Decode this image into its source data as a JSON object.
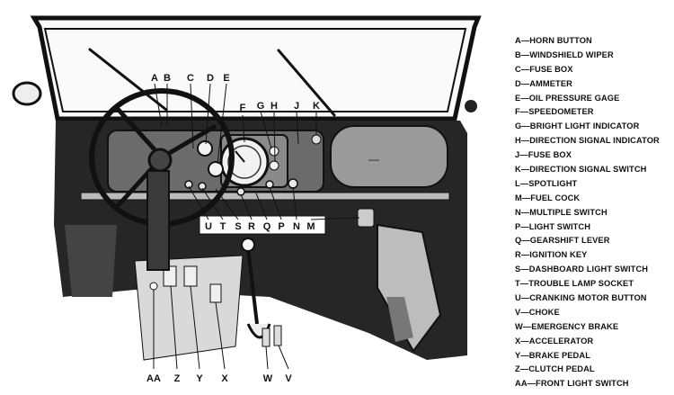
{
  "callouts": {
    "top": [
      "A",
      "B",
      "C",
      "D",
      "E",
      "F",
      "G",
      "H",
      "J",
      "K"
    ],
    "middle": [
      "U",
      "T",
      "S",
      "R",
      "Q",
      "P",
      "N",
      "M"
    ],
    "bottom": [
      "AA",
      "Z",
      "Y",
      "X",
      "W",
      "V"
    ]
  },
  "legend": [
    {
      "key": "A",
      "label": "HORN BUTTON"
    },
    {
      "key": "B",
      "label": "WINDSHIELD WIPER"
    },
    {
      "key": "C",
      "label": "FUSE BOX"
    },
    {
      "key": "D",
      "label": "AMMETER"
    },
    {
      "key": "E",
      "label": "OIL PRESSURE GAGE"
    },
    {
      "key": "F",
      "label": "SPEEDOMETER"
    },
    {
      "key": "G",
      "label": "BRIGHT LIGHT INDICATOR"
    },
    {
      "key": "H",
      "label": "DIRECTION SIGNAL INDICATOR"
    },
    {
      "key": "J",
      "label": "FUSE BOX"
    },
    {
      "key": "K",
      "label": "DIRECTION SIGNAL SWITCH"
    },
    {
      "key": "L",
      "label": "SPOTLIGHT"
    },
    {
      "key": "M",
      "label": "FUEL COCK"
    },
    {
      "key": "N",
      "label": "MULTIPLE SWITCH"
    },
    {
      "key": "P",
      "label": "LIGHT SWITCH"
    },
    {
      "key": "Q",
      "label": "GEARSHIFT LEVER"
    },
    {
      "key": "R",
      "label": "IGNITION KEY"
    },
    {
      "key": "S",
      "label": "DASHBOARD LIGHT SWITCH"
    },
    {
      "key": "T",
      "label": "TROUBLE LAMP SOCKET"
    },
    {
      "key": "U",
      "label": "CRANKING MOTOR BUTTON"
    },
    {
      "key": "V",
      "label": "CHOKE"
    },
    {
      "key": "W",
      "label": "EMERGENCY BRAKE"
    },
    {
      "key": "X",
      "label": "ACCELERATOR"
    },
    {
      "key": "Y",
      "label": "BRAKE PEDAL"
    },
    {
      "key": "Z",
      "label": "CLUTCH PEDAL"
    },
    {
      "key": "AA",
      "label": "FRONT LIGHT SWITCH"
    }
  ]
}
